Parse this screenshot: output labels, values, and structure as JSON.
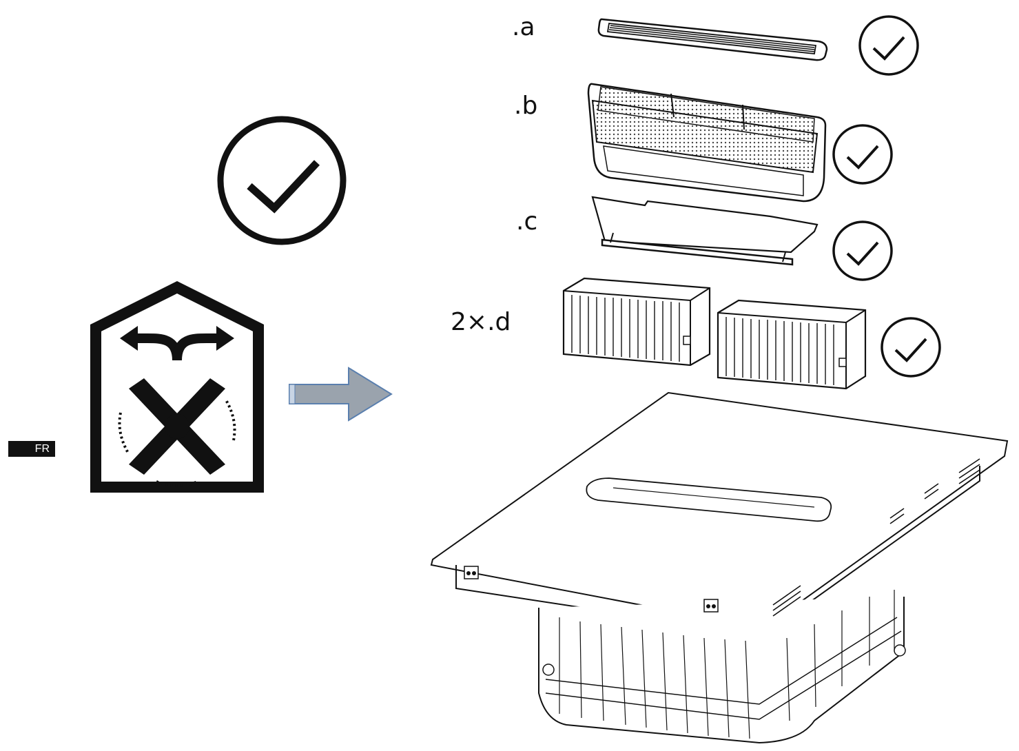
{
  "language_badge": "FR",
  "parts": [
    {
      "id": "a",
      "label": ".a",
      "status": "check"
    },
    {
      "id": "b",
      "label": ".b",
      "status": "check"
    },
    {
      "id": "c",
      "label": ".c",
      "status": "check"
    },
    {
      "id": "d",
      "label": "2×.d",
      "status": "check"
    }
  ],
  "colors": {
    "line": "#111111",
    "arrow_fill": "#9aa3ad",
    "arrow_stroke": "#5a7fae",
    "badge_bg": "#111111",
    "badge_text": "#ffffff"
  },
  "icons": {
    "main_check": "check-circle-icon",
    "mode": "recirculation-mode-icon",
    "arrow": "right-arrow-icon"
  }
}
